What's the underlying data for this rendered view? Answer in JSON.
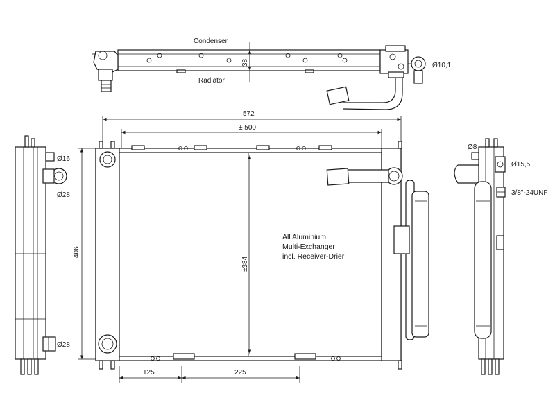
{
  "top_view": {
    "label_top": "Condenser",
    "label_bottom": "Radiator",
    "dim_thickness": "38",
    "dim_pipe": "Ø10,1"
  },
  "front_view": {
    "dim_total_width": "572",
    "dim_core_width": "± 500",
    "dim_total_height": "406",
    "dim_core_height": "±384",
    "dim_bottom_left": "125",
    "dim_bottom_mid": "225",
    "note_lines": [
      "All Aluminium",
      "Multi-Exchanger",
      "incl. Receiver-Drier"
    ]
  },
  "left_view": {
    "dim_top_pipe": "Ø16",
    "dim_top_hose": "Ø28",
    "dim_bottom_hose": "Ø28"
  },
  "right_view": {
    "dim_small": "Ø8",
    "dim_port": "Ø15,5",
    "dim_thread": "3/8\"-24UNF"
  }
}
